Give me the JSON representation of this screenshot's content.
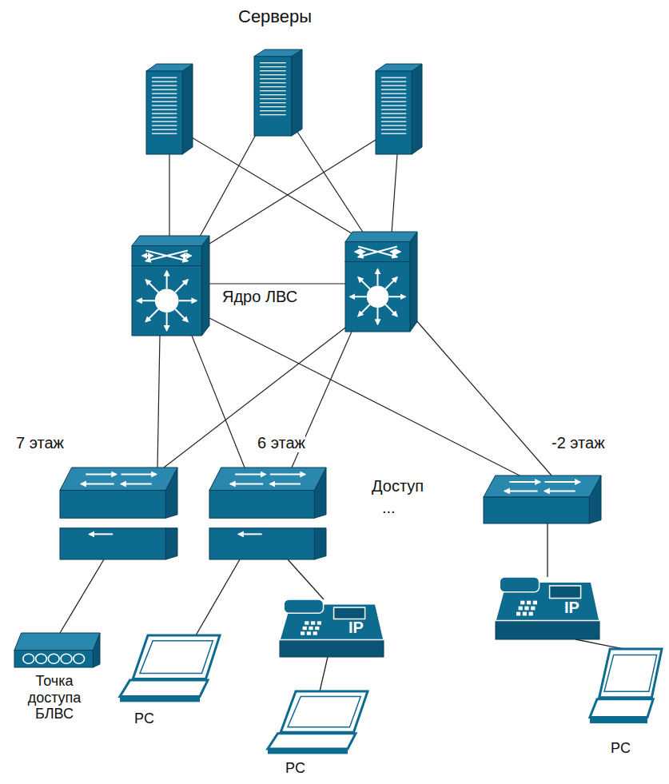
{
  "diagram": {
    "nodes": [
      {
        "text": [
          "7 этаж"
        ]
      },
      {
        "text": [
          "6 этаж"
        ]
      },
      {
        "text": [
          "-2 этаж"
        ]
      },
      {
        "text": [
          "Точка доступа БЛВС"
        ]
      },
      {
        "text": [
          "PC"
        ]
      },
      {
        "text": [
          "IP"
        ]
      },
      {
        "text": [
          "PC"
        ]
      },
      {
        "text": [
          "IP"
        ]
      },
      {
        "text": [
          "PC"
        ]
      }
    ],
    "edges": [
      {
        "from": 0,
        "to": 3,
        "arrow": "none"
      },
      {
        "from": 1,
        "to": 4,
        "arrow": "none"
      },
      {
        "from": 1,
        "to": 5,
        "arrow": "none"
      },
      {
        "from": 5,
        "to": 6,
        "arrow": "none"
      },
      {
        "from": 2,
        "to": 7,
        "arrow": "none"
      },
      {
        "from": 7,
        "to": 8,
        "arrow": "none"
      }
    ],
    "labels": [
      "Серверы",
      "Ядро ЛВС",
      "Доступ",
      "..."
    ]
  }
}
